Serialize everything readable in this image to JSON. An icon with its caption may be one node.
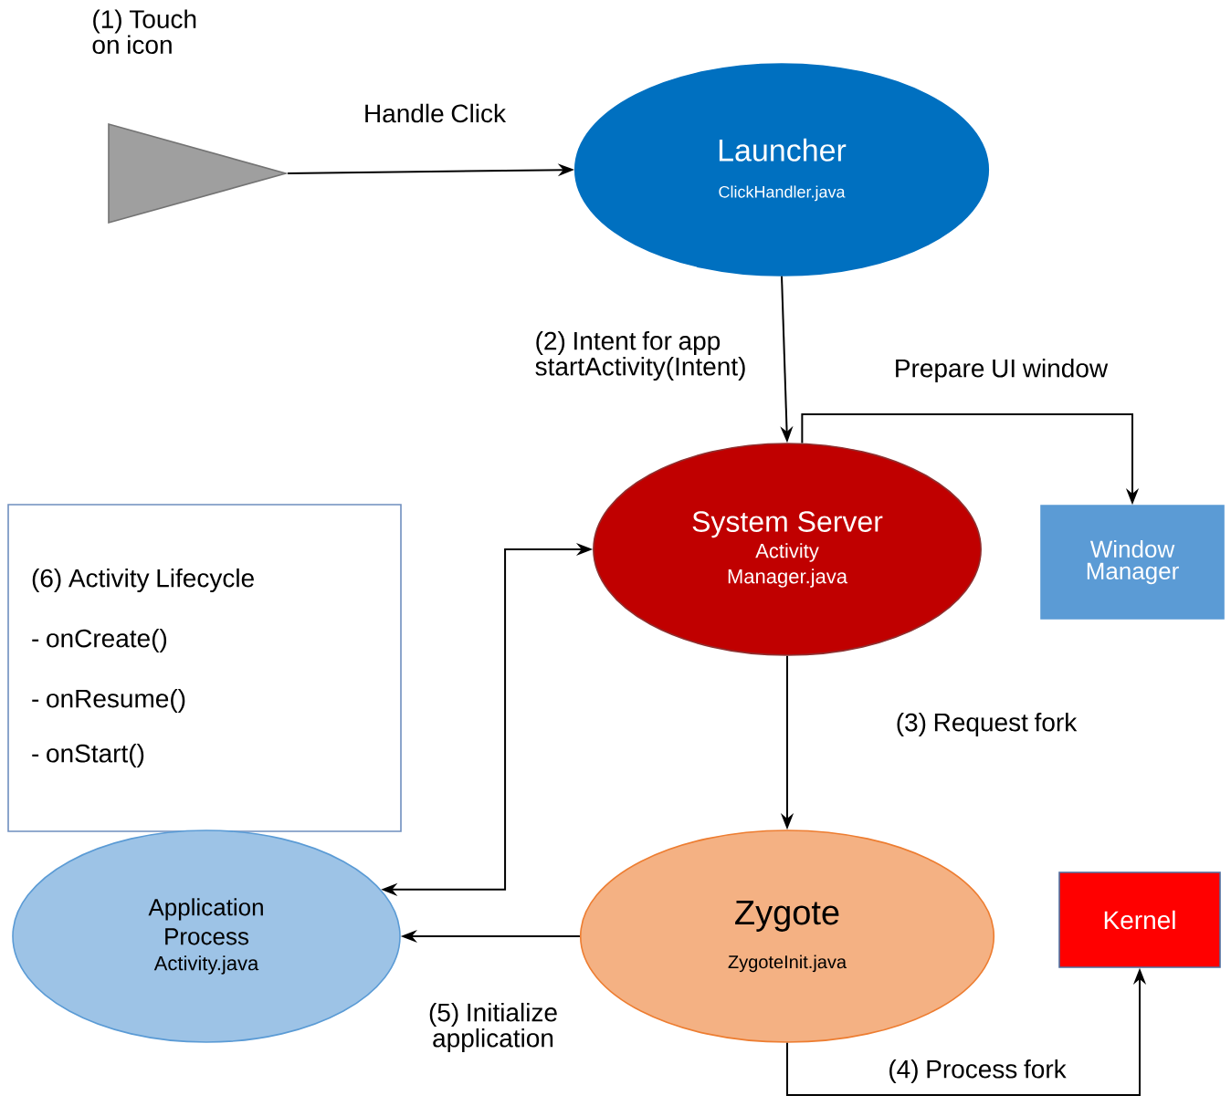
{
  "diagram": {
    "nodes": [
      {
        "text": [],
        "shape": "triangle",
        "beside": [
          "(1) Touch on icon"
        ]
      },
      {
        "text": [
          "Launcher",
          "ClickHandler.java"
        ]
      },
      {
        "text": [
          "System Server",
          "Activity Manager.java"
        ]
      },
      {
        "text": [
          "Window Manager"
        ]
      },
      {
        "text": [
          "(6) Activity Lifecycle",
          "- onCreate()",
          "- onResume()",
          "- onStart()"
        ]
      },
      {
        "text": [
          "Application Process",
          "Activity.java"
        ]
      },
      {
        "text": [
          "Zygote",
          "ZygoteInit.java"
        ]
      },
      {
        "text": [
          "Kernel"
        ]
      }
    ],
    "edges": [
      {
        "from": 0,
        "to": 1,
        "arrow": "to",
        "label": "Handle Click"
      },
      {
        "from": 1,
        "to": 2,
        "arrow": "to",
        "label": "(2) Intent for app startActivity(Intent)"
      },
      {
        "from": 2,
        "to": 3,
        "arrow": "to",
        "label": "Prepare UI window"
      },
      {
        "from": 2,
        "to": 5,
        "arrow": "both"
      },
      {
        "from": 2,
        "to": 6,
        "arrow": "to",
        "label": "(3) Request fork"
      },
      {
        "from": 6,
        "to": 5,
        "arrow": "to",
        "label": "(5) Initialize application"
      },
      {
        "from": 6,
        "to": 7,
        "arrow": "to",
        "label": "(4) Process fork"
      }
    ]
  }
}
